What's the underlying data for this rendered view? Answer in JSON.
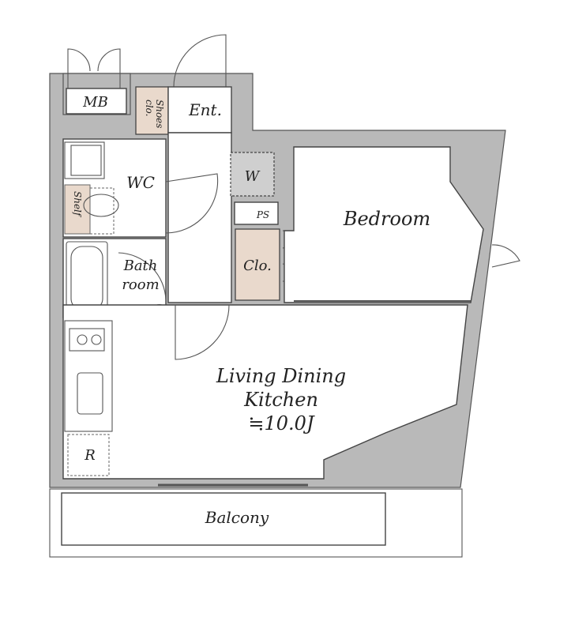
{
  "rooms": {
    "mb": "MB",
    "shoes_line1": "Shoes",
    "shoes_line2": "clo.",
    "entrance": "Ent.",
    "wc": "WC",
    "shelf": "Shelf",
    "w": "W",
    "ps": "PS",
    "bath_line1": "Bath",
    "bath_line2": "room",
    "closet": "Clo.",
    "bedroom": "Bedroom",
    "ldk_line1": "Living Dining",
    "ldk_line2": "Kitchen",
    "ldk_area": "≒10.0J",
    "refrigerator": "R",
    "balcony": "Balcony"
  },
  "colors": {
    "wall": "#b9b9b9",
    "storage": "#e9d9cc",
    "washer": "#cfcfcf"
  }
}
